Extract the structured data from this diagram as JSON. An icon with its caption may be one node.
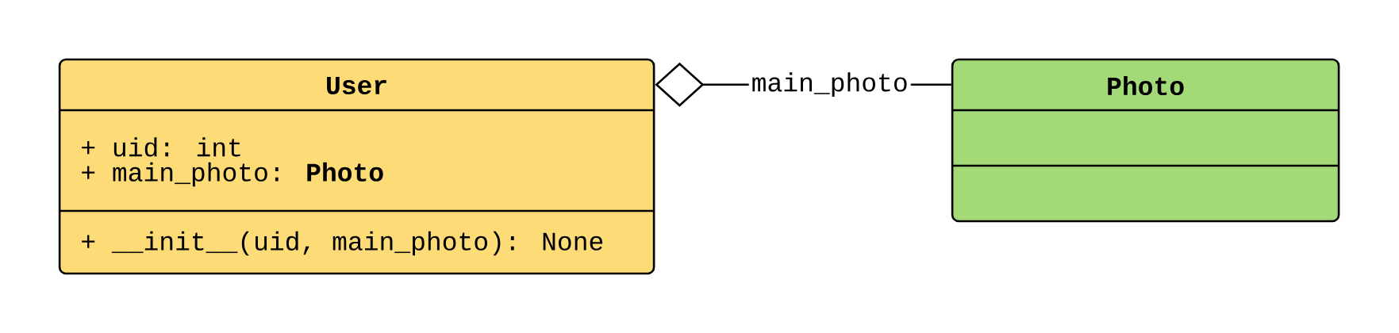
{
  "diagram": {
    "nodes": [
      {
        "text": [
          "User",
          "+ uid: int",
          "+ main_photo: **Photo**",
          "+ __init__(uid, main_photo): None"
        ]
      },
      {
        "text": [
          "Photo"
        ]
      }
    ],
    "edges": [
      {
        "from": 0,
        "to": 1,
        "arrow": "other",
        "label": "main_photo"
      }
    ]
  }
}
